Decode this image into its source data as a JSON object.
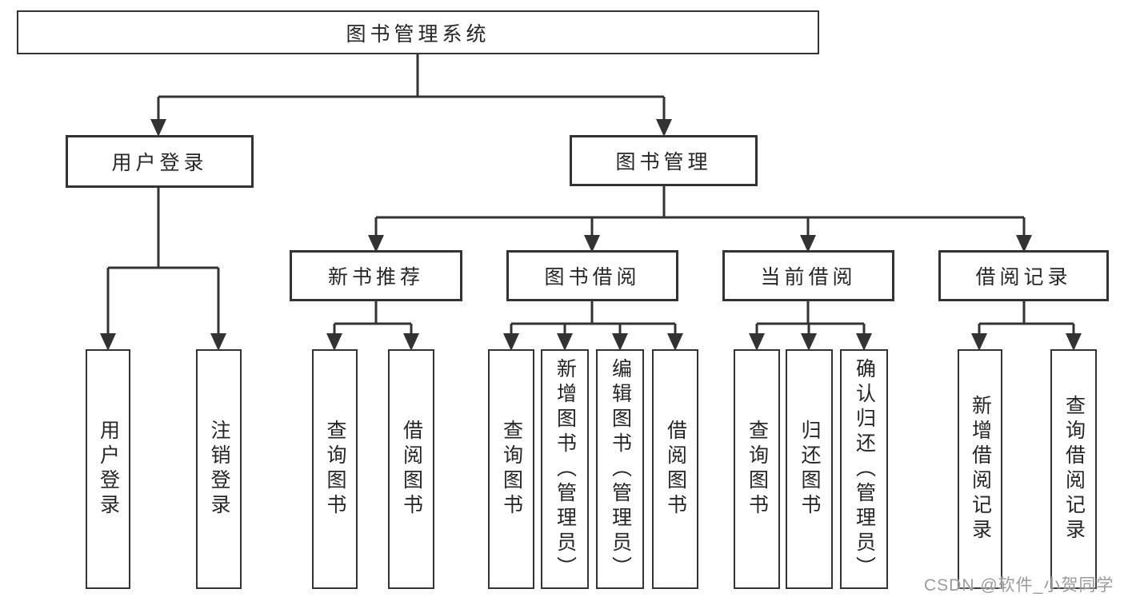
{
  "diagram": {
    "colors": {
      "line": "#333333",
      "box_border": "#333333",
      "text": "#262626",
      "watermark": "#9b9b9b",
      "background": "#ffffff"
    },
    "tree": {
      "root": {
        "label": "图书管理系统"
      },
      "branches": [
        {
          "label": "用户登录",
          "children": [
            {
              "label": "用户登录"
            },
            {
              "label": "注销登录"
            }
          ]
        },
        {
          "label": "图书管理",
          "children": [
            {
              "label": "新书推荐",
              "children": [
                {
                  "label": "查询图书"
                },
                {
                  "label": "借阅图书"
                }
              ]
            },
            {
              "label": "图书借阅",
              "children": [
                {
                  "label": "查询图书"
                },
                {
                  "label": "新增图书（管理员）"
                },
                {
                  "label": "编辑图书（管理员）"
                },
                {
                  "label": "借阅图书"
                }
              ]
            },
            {
              "label": "当前借阅",
              "children": [
                {
                  "label": "查询图书"
                },
                {
                  "label": "归还图书"
                },
                {
                  "label": "确认归还（管理员）"
                }
              ]
            },
            {
              "label": "借阅记录",
              "children": [
                {
                  "label": "新增借阅记录"
                },
                {
                  "label": "查询借阅记录"
                }
              ]
            }
          ]
        }
      ]
    },
    "watermark": {
      "text": "CSDN @软件_小贺同学"
    }
  }
}
